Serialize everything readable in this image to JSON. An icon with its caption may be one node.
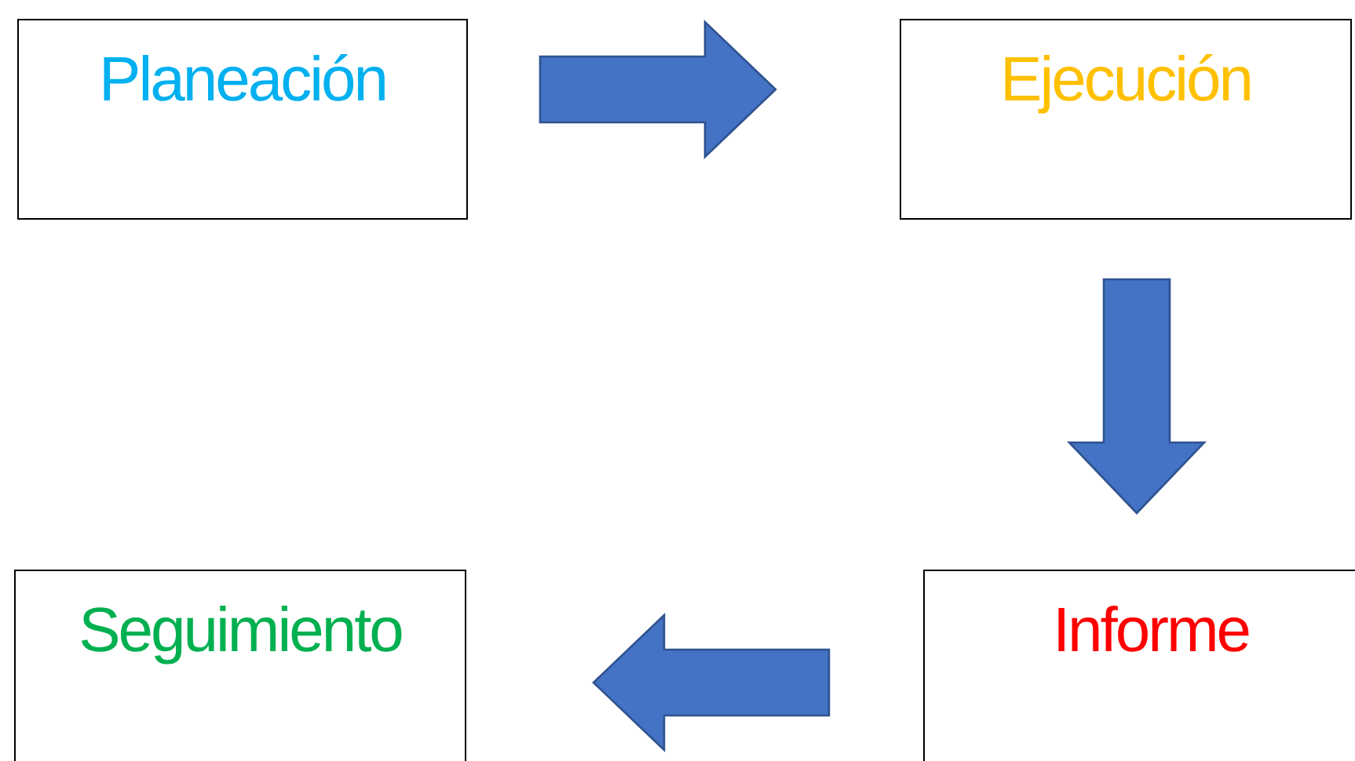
{
  "diagram": {
    "nodes": [
      {
        "text": [
          "Planeación"
        ]
      },
      {
        "text": [
          "Ejecución"
        ]
      },
      {
        "text": [
          "Informe"
        ]
      },
      {
        "text": [
          "Seguimiento"
        ]
      }
    ],
    "edges": [
      {
        "from": 0,
        "to": 1,
        "arrow": "to"
      },
      {
        "from": 1,
        "to": 2,
        "arrow": "to"
      },
      {
        "from": 2,
        "to": 3,
        "arrow": "to"
      }
    ]
  }
}
